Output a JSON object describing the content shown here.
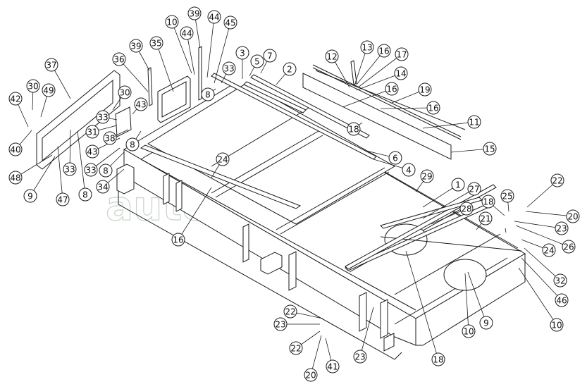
{
  "figure": {
    "watermark_text": "autopiter.ru",
    "line_color": "#1a1a1a",
    "panel_fill": "#ffffff",
    "callouts": [
      {
        "n": "37",
        "label": "37"
      },
      {
        "n": "30a",
        "label": "30"
      },
      {
        "n": "49",
        "label": "49"
      },
      {
        "n": "42",
        "label": "42"
      },
      {
        "n": "40",
        "label": "40"
      },
      {
        "n": "48",
        "label": "48"
      },
      {
        "n": "9a",
        "label": "9"
      },
      {
        "n": "47",
        "label": "47"
      },
      {
        "n": "33a",
        "label": "33"
      },
      {
        "n": "8a",
        "label": "8"
      },
      {
        "n": "36",
        "label": "36"
      },
      {
        "n": "39a",
        "label": "39"
      },
      {
        "n": "30b",
        "label": "30"
      },
      {
        "n": "33b",
        "label": "33"
      },
      {
        "n": "43a",
        "label": "43"
      },
      {
        "n": "31",
        "label": "31"
      },
      {
        "n": "38",
        "label": "38"
      },
      {
        "n": "8b",
        "label": "8"
      },
      {
        "n": "43b",
        "label": "43"
      },
      {
        "n": "33c",
        "label": "33"
      },
      {
        "n": "8c",
        "label": "8"
      },
      {
        "n": "34",
        "label": "34"
      },
      {
        "n": "35",
        "label": "35"
      },
      {
        "n": "10a",
        "label": "10"
      },
      {
        "n": "39b",
        "label": "39"
      },
      {
        "n": "44a",
        "label": "44"
      },
      {
        "n": "44b",
        "label": "44"
      },
      {
        "n": "45",
        "label": "45"
      },
      {
        "n": "8d",
        "label": "8"
      },
      {
        "n": "33d",
        "label": "33"
      },
      {
        "n": "3",
        "label": "3"
      },
      {
        "n": "5",
        "label": "5"
      },
      {
        "n": "7",
        "label": "7"
      },
      {
        "n": "2",
        "label": "2"
      },
      {
        "n": "12",
        "label": "12"
      },
      {
        "n": "13",
        "label": "13"
      },
      {
        "n": "16a",
        "label": "16"
      },
      {
        "n": "17",
        "label": "17"
      },
      {
        "n": "14",
        "label": "14"
      },
      {
        "n": "16b",
        "label": "16"
      },
      {
        "n": "19",
        "label": "19"
      },
      {
        "n": "16c",
        "label": "16"
      },
      {
        "n": "18a",
        "label": "18"
      },
      {
        "n": "11",
        "label": "11"
      },
      {
        "n": "15",
        "label": "15"
      },
      {
        "n": "6",
        "label": "6"
      },
      {
        "n": "4",
        "label": "4"
      },
      {
        "n": "24a",
        "label": "24"
      },
      {
        "n": "16d",
        "label": "16"
      },
      {
        "n": "29",
        "label": "29"
      },
      {
        "n": "1",
        "label": "1"
      },
      {
        "n": "27",
        "label": "27"
      },
      {
        "n": "28",
        "label": "28"
      },
      {
        "n": "22a",
        "label": "22"
      },
      {
        "n": "25",
        "label": "25"
      },
      {
        "n": "18b",
        "label": "18"
      },
      {
        "n": "20a",
        "label": "20"
      },
      {
        "n": "23a",
        "label": "23"
      },
      {
        "n": "21",
        "label": "21"
      },
      {
        "n": "26",
        "label": "26"
      },
      {
        "n": "24b",
        "label": "24"
      },
      {
        "n": "32",
        "label": "32"
      },
      {
        "n": "46",
        "label": "46"
      },
      {
        "n": "10b",
        "label": "10"
      },
      {
        "n": "9b",
        "label": "9"
      },
      {
        "n": "10c",
        "label": "10"
      },
      {
        "n": "18c",
        "label": "18"
      },
      {
        "n": "22b",
        "label": "22"
      },
      {
        "n": "23b",
        "label": "23"
      },
      {
        "n": "22c",
        "label": "22"
      },
      {
        "n": "20b",
        "label": "20"
      },
      {
        "n": "41",
        "label": "41"
      },
      {
        "n": "23c",
        "label": "23"
      }
    ]
  }
}
